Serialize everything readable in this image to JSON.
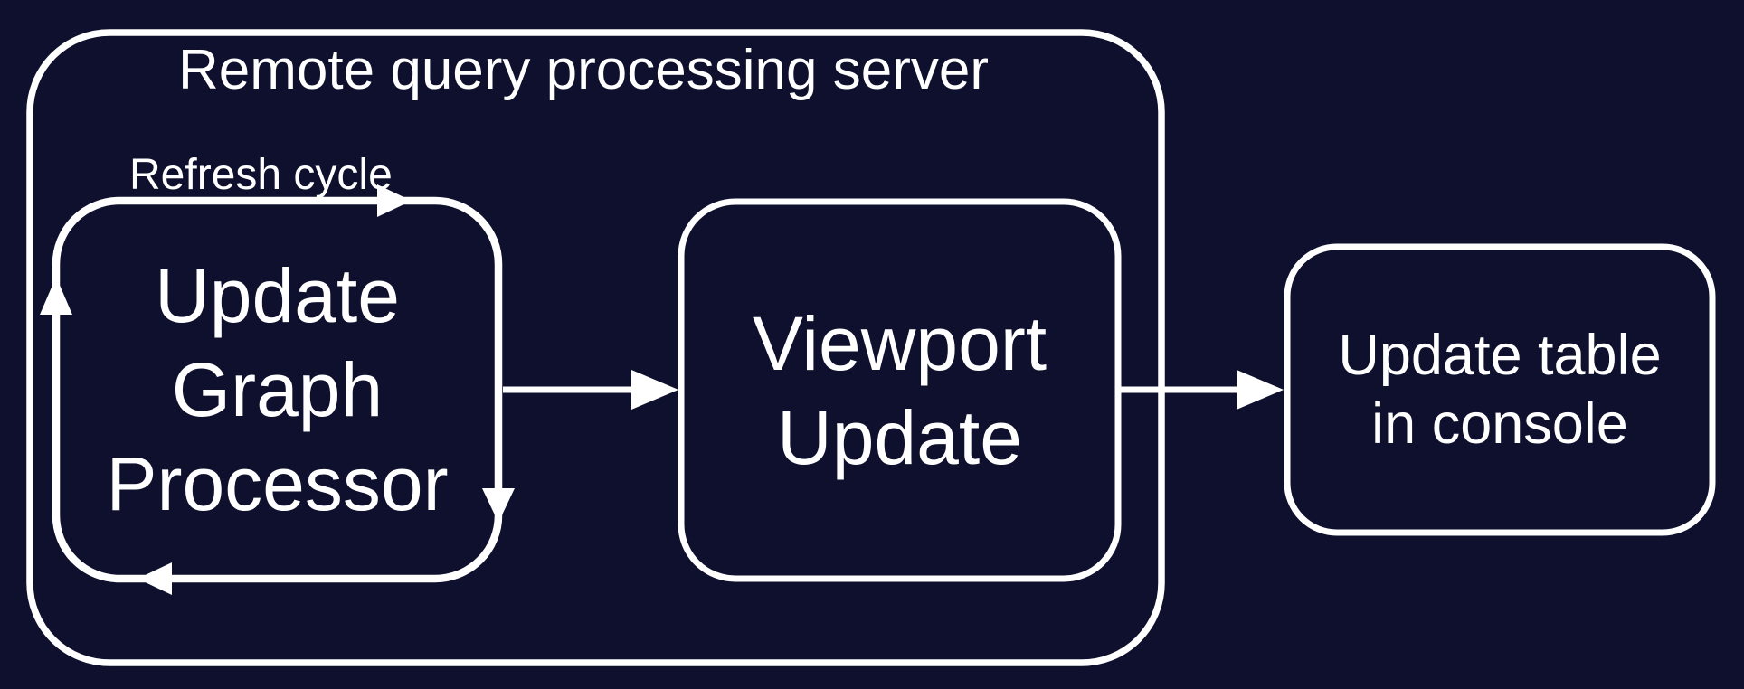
{
  "diagram": {
    "colors": {
      "background": "#0e102d",
      "line": "#ffffff",
      "text": "#ffffff"
    },
    "container": {
      "label": "Remote query processing server"
    },
    "refresh_cycle": {
      "label": "Refresh cycle"
    },
    "nodes": {
      "update_graph_processor": {
        "label": "Update\nGraph\nProcessor"
      },
      "viewport_update": {
        "label": "Viewport\nUpdate"
      },
      "update_table_in_console": {
        "label": "Update table\nin console"
      }
    },
    "edges": [
      {
        "from": "update_graph_processor",
        "to": "update_graph_processor",
        "label": "Refresh cycle",
        "style": "self-loop-clockwise"
      },
      {
        "from": "update_graph_processor",
        "to": "viewport_update",
        "label": ""
      },
      {
        "from": "viewport_update",
        "to": "update_table_in_console",
        "label": ""
      }
    ]
  }
}
